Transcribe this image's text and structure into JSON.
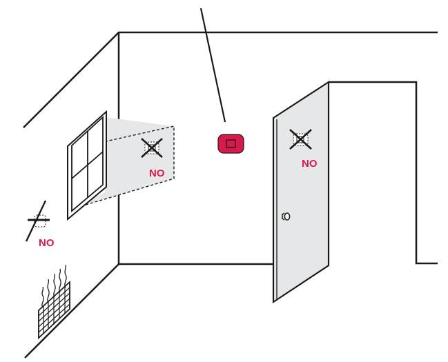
{
  "labels": {
    "window_no": "NO",
    "wall_left_no": "NO",
    "door_no": "NO"
  },
  "colors": {
    "accent": "#d8194b",
    "line": "#1a1a1a",
    "shade": "#e6e7e8"
  }
}
